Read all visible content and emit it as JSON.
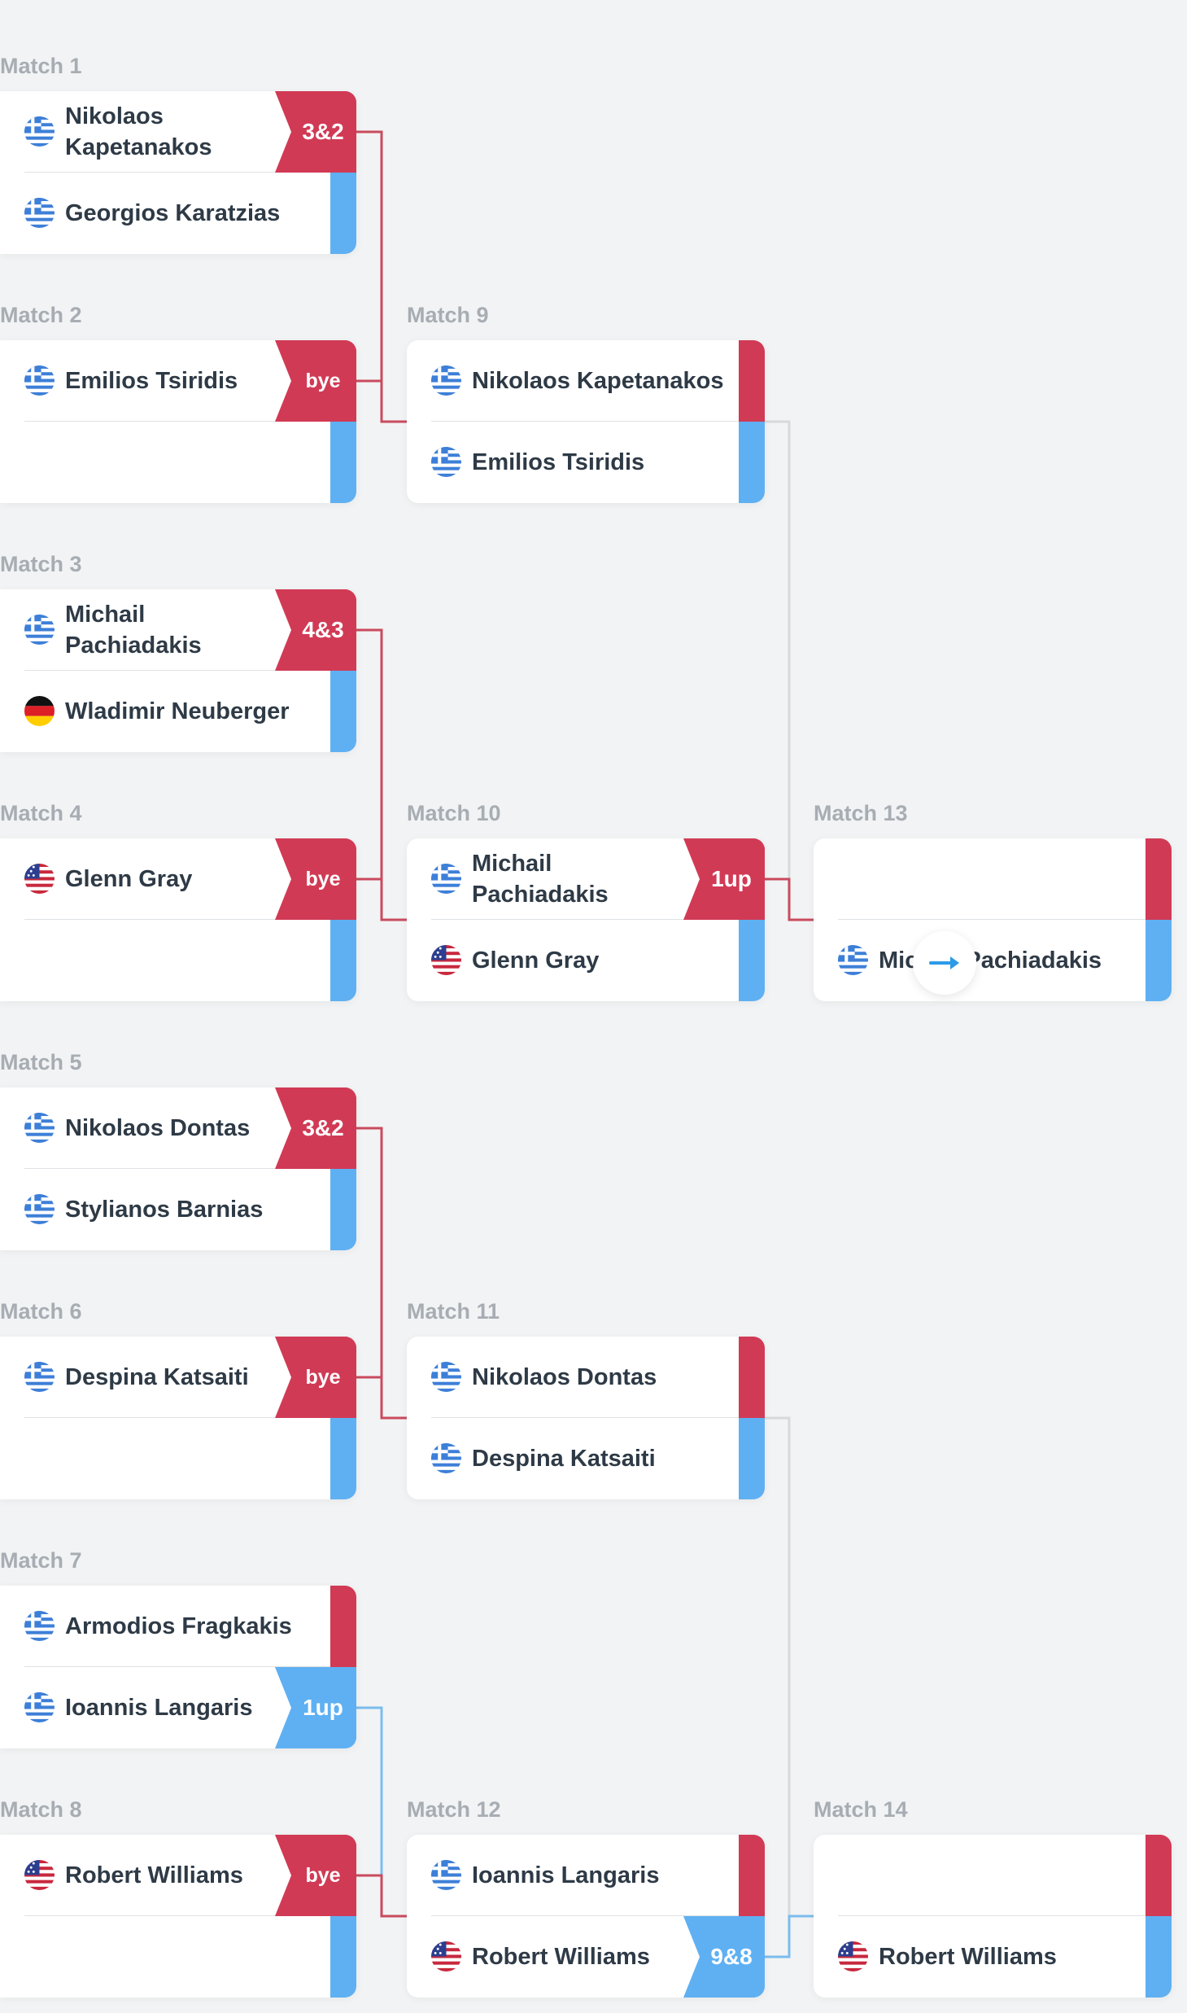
{
  "colors": {
    "red": "#d13a55",
    "blue": "#5fb0f2",
    "line_red": "#c94b5e",
    "line_blue": "#7bbcee",
    "line_gray": "#d6dadd"
  },
  "nav": {
    "icon": "arrow-right-icon"
  },
  "rounds": [
    {
      "matches": [
        {
          "label": "Match 1",
          "winner": 0,
          "score": "3&2",
          "score_color": "red",
          "players": [
            {
              "name": "Nikolaos Kapetanakos",
              "flag": "gr"
            },
            {
              "name": "Georgios Karatzias",
              "flag": "gr"
            }
          ]
        },
        {
          "label": "Match 2",
          "winner": 0,
          "score": "bye",
          "score_color": "red",
          "players": [
            {
              "name": "Emilios Tsiridis",
              "flag": "gr"
            },
            {
              "name": "",
              "flag": ""
            }
          ]
        },
        {
          "label": "Match 3",
          "winner": 0,
          "score": "4&3",
          "score_color": "red",
          "players": [
            {
              "name": "Michail Pachiadakis",
              "flag": "gr"
            },
            {
              "name": "Wladimir Neuberger",
              "flag": "de"
            }
          ]
        },
        {
          "label": "Match 4",
          "winner": 0,
          "score": "bye",
          "score_color": "red",
          "players": [
            {
              "name": "Glenn Gray",
              "flag": "us"
            },
            {
              "name": "",
              "flag": ""
            }
          ]
        },
        {
          "label": "Match 5",
          "winner": 0,
          "score": "3&2",
          "score_color": "red",
          "players": [
            {
              "name": "Nikolaos Dontas",
              "flag": "gr"
            },
            {
              "name": "Stylianos Barnias",
              "flag": "gr"
            }
          ]
        },
        {
          "label": "Match 6",
          "winner": 0,
          "score": "bye",
          "score_color": "red",
          "players": [
            {
              "name": "Despina Katsaiti",
              "flag": "gr"
            },
            {
              "name": "",
              "flag": ""
            }
          ]
        },
        {
          "label": "Match 7",
          "winner": 1,
          "score": "1up",
          "score_color": "blue",
          "players": [
            {
              "name": "Armodios Fragkakis",
              "flag": "gr"
            },
            {
              "name": "Ioannis Langaris",
              "flag": "gr"
            }
          ]
        },
        {
          "label": "Match 8",
          "winner": 0,
          "score": "bye",
          "score_color": "red",
          "players": [
            {
              "name": "Robert Williams",
              "flag": "us"
            },
            {
              "name": "",
              "flag": ""
            }
          ]
        }
      ]
    },
    {
      "matches": [
        {
          "label": "Match 9",
          "winner": null,
          "score": "",
          "score_color": "",
          "players": [
            {
              "name": "Nikolaos Kapetanakos",
              "flag": "gr"
            },
            {
              "name": "Emilios Tsiridis",
              "flag": "gr"
            }
          ]
        },
        {
          "label": "Match 10",
          "winner": 0,
          "score": "1up",
          "score_color": "red",
          "players": [
            {
              "name": "Michail Pachiadakis",
              "flag": "gr"
            },
            {
              "name": "Glenn Gray",
              "flag": "us"
            }
          ]
        },
        {
          "label": "Match 11",
          "winner": null,
          "score": "",
          "score_color": "",
          "players": [
            {
              "name": "Nikolaos Dontas",
              "flag": "gr"
            },
            {
              "name": "Despina Katsaiti",
              "flag": "gr"
            }
          ]
        },
        {
          "label": "Match 12",
          "winner": 1,
          "score": "9&8",
          "score_color": "blue",
          "players": [
            {
              "name": "Ioannis Langaris",
              "flag": "gr"
            },
            {
              "name": "Robert Williams",
              "flag": "us"
            }
          ]
        }
      ]
    },
    {
      "matches": [
        {
          "label": "Match 13",
          "winner": null,
          "score": "",
          "score_color": "",
          "players": [
            {
              "name": "",
              "flag": ""
            },
            {
              "name": "Michail Pachiadakis",
              "flag": "gr"
            }
          ]
        },
        {
          "label": "Match 14",
          "winner": null,
          "score": "",
          "score_color": "",
          "players": [
            {
              "name": "",
              "flag": ""
            },
            {
              "name": "Robert Williams",
              "flag": "us"
            }
          ]
        }
      ]
    }
  ]
}
